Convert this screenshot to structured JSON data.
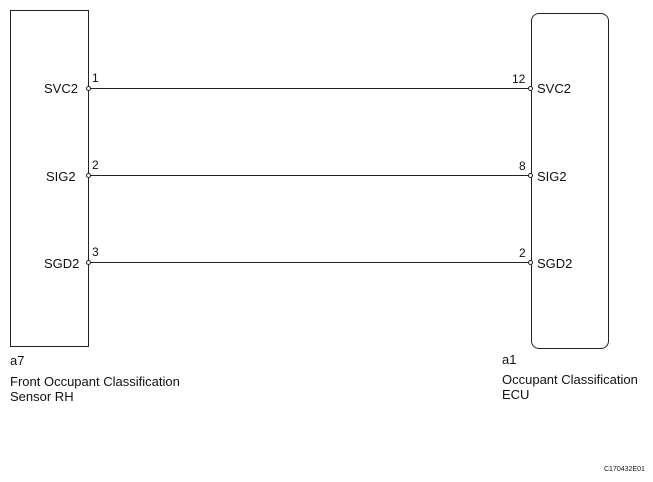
{
  "left_component": {
    "ref": "a7",
    "name_line1": "Front Occupant Classification",
    "name_line2": "Sensor RH"
  },
  "right_component": {
    "ref": "a1",
    "name_line1": "Occupant Classification",
    "name_line2": "ECU"
  },
  "connections": [
    {
      "left_signal": "SVC2",
      "left_pin": "1",
      "right_pin": "12",
      "right_signal": "SVC2"
    },
    {
      "left_signal": "SIG2",
      "left_pin": "2",
      "right_pin": "8",
      "right_signal": "SIG2"
    },
    {
      "left_signal": "SGD2",
      "left_pin": "3",
      "right_pin": "2",
      "right_signal": "SGD2"
    }
  ],
  "figure_code": "C170432E01"
}
